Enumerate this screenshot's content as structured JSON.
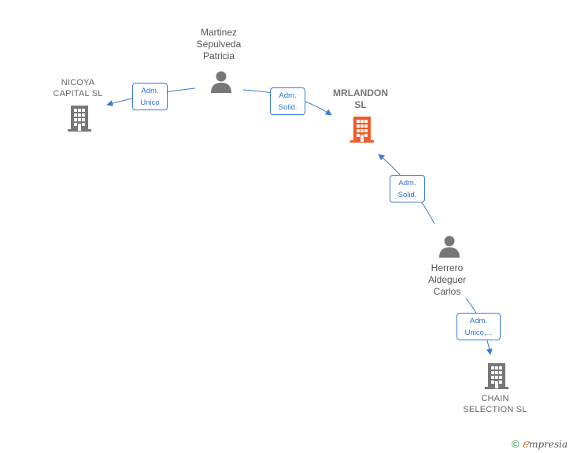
{
  "nodes": {
    "martinez": {
      "name": "Martinez\nSepulveda\nPatricia",
      "type": "person"
    },
    "nicoya": {
      "name": "NICOYA\nCAPITAL  SL",
      "type": "company"
    },
    "mrlandon": {
      "name": "MRLANDON\nSL",
      "type": "company-main"
    },
    "herrero": {
      "name": "Herrero\nAldeguer\nCarlos",
      "type": "person"
    },
    "chain": {
      "name": "CHAIN\nSELECTION  SL",
      "type": "company"
    }
  },
  "edges": [
    {
      "from": "martinez",
      "to": "nicoya",
      "label_line1": "Adm.",
      "label_line2": "Unico"
    },
    {
      "from": "martinez",
      "to": "mrlandon",
      "label_line1": "Adm.",
      "label_line2": "Solid."
    },
    {
      "from": "herrero",
      "to": "mrlandon",
      "label_line1": "Adm.",
      "label_line2": "Solid."
    },
    {
      "from": "herrero",
      "to": "chain",
      "label_line1": "Adm.",
      "label_line2": "Unico,..."
    }
  ],
  "colors": {
    "edge": "#3a7ad5",
    "icon_gray": "#777777",
    "icon_main": "#f05a2a"
  },
  "brand": {
    "copyright": "©",
    "e": "ℯ",
    "rest": "mpresia"
  }
}
